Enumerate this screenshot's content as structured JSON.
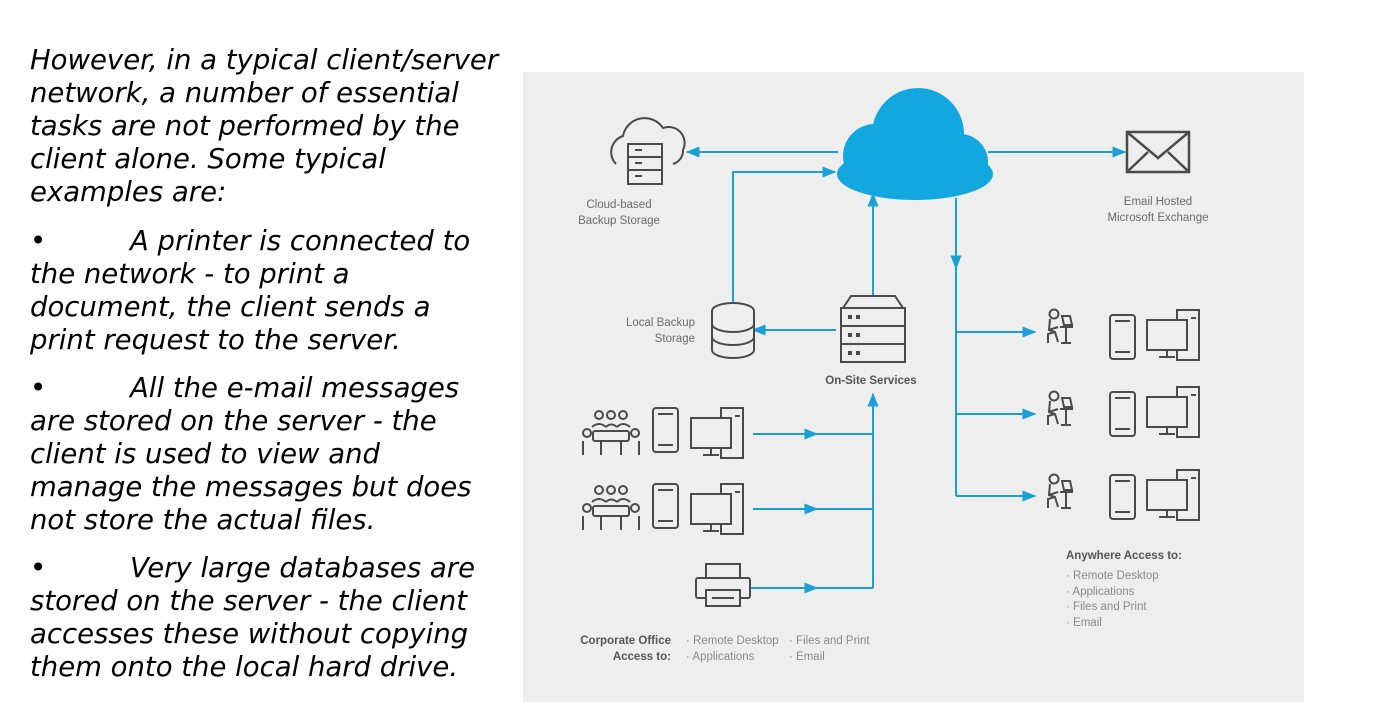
{
  "text": {
    "intro": "However, in a typical client/server network, a number of essential tasks are not performed by the client alone. Some typical examples are:",
    "bullet_symbol": "•",
    "bullets": [
      "A printer is connected to the network - to print a document, the client sends a print request to the server.",
      "All the e-mail messages are stored on the server - the client is used to view and manage the messages but does not store the actual files.",
      "Very large databases are stored on the server - the client accesses these without copying them onto the local hard drive."
    ]
  },
  "diagram": {
    "colors": {
      "line": "#1a9fd6",
      "cloud": "#12a7df",
      "icon": "#4a4a4a",
      "background": "#eeeeee"
    },
    "cloud_backup": [
      "Cloud-based",
      "Backup Storage"
    ],
    "email_hosted": [
      "Email Hosted",
      "Microsoft Exchange"
    ],
    "local_backup": [
      "Local Backup",
      "Storage"
    ],
    "onsite": "On-Site Services",
    "anywhere": {
      "title": "Anywhere Access to:",
      "items": [
        "Remote Desktop",
        "Applications",
        "Files and Print",
        "Email"
      ]
    },
    "corporate": {
      "title": [
        "Corporate Office",
        "Access to:"
      ],
      "col1": [
        "Remote Desktop",
        "Applications"
      ],
      "col2": [
        "Files and Print",
        "Email"
      ]
    },
    "bullet_dot": "·"
  }
}
